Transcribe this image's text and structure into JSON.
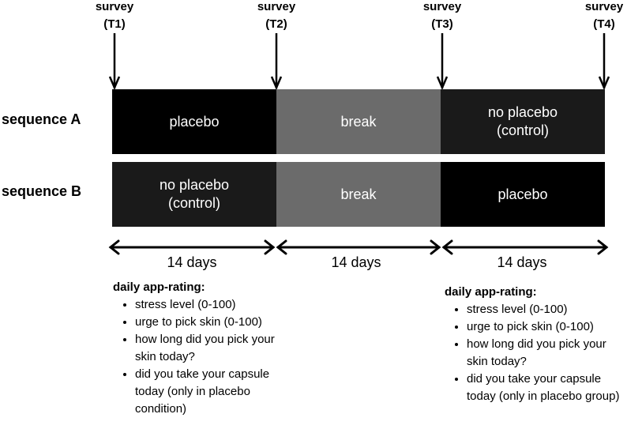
{
  "surveys": [
    {
      "line1": "survey",
      "line2": "(T1)"
    },
    {
      "line1": "survey",
      "line2": "(T2)"
    },
    {
      "line1": "survey",
      "line2": "(T3)"
    },
    {
      "line1": "survey",
      "line2": "(T4)"
    }
  ],
  "sequence_a": {
    "label": "sequence A",
    "blocks": [
      {
        "line1": "placebo",
        "line2": ""
      },
      {
        "line1": "break",
        "line2": ""
      },
      {
        "line1": "no placebo",
        "line2": "(control)"
      }
    ]
  },
  "sequence_b": {
    "label": "sequence B",
    "blocks": [
      {
        "line1": "no placebo",
        "line2": "(control)"
      },
      {
        "line1": "break",
        "line2": ""
      },
      {
        "line1": "placebo",
        "line2": ""
      }
    ]
  },
  "durations": [
    "14 days",
    "14 days",
    "14 days"
  ],
  "rating_left": {
    "title": "daily app-rating:",
    "items": [
      "stress level (0-100)",
      "urge to pick skin (0-100)",
      "how long did you pick your skin today?",
      "did you take your capsule today (only in placebo condition)"
    ]
  },
  "rating_right": {
    "title": "daily app-rating:",
    "items": [
      "stress level (0-100)",
      "urge to pick skin (0-100)",
      "how long did you pick your skin today?",
      "did you take your capsule today (only in placebo group)"
    ]
  },
  "colors": {
    "placebo": "#000000",
    "control": "#1a1a1a",
    "break": "#6b6b6b"
  }
}
